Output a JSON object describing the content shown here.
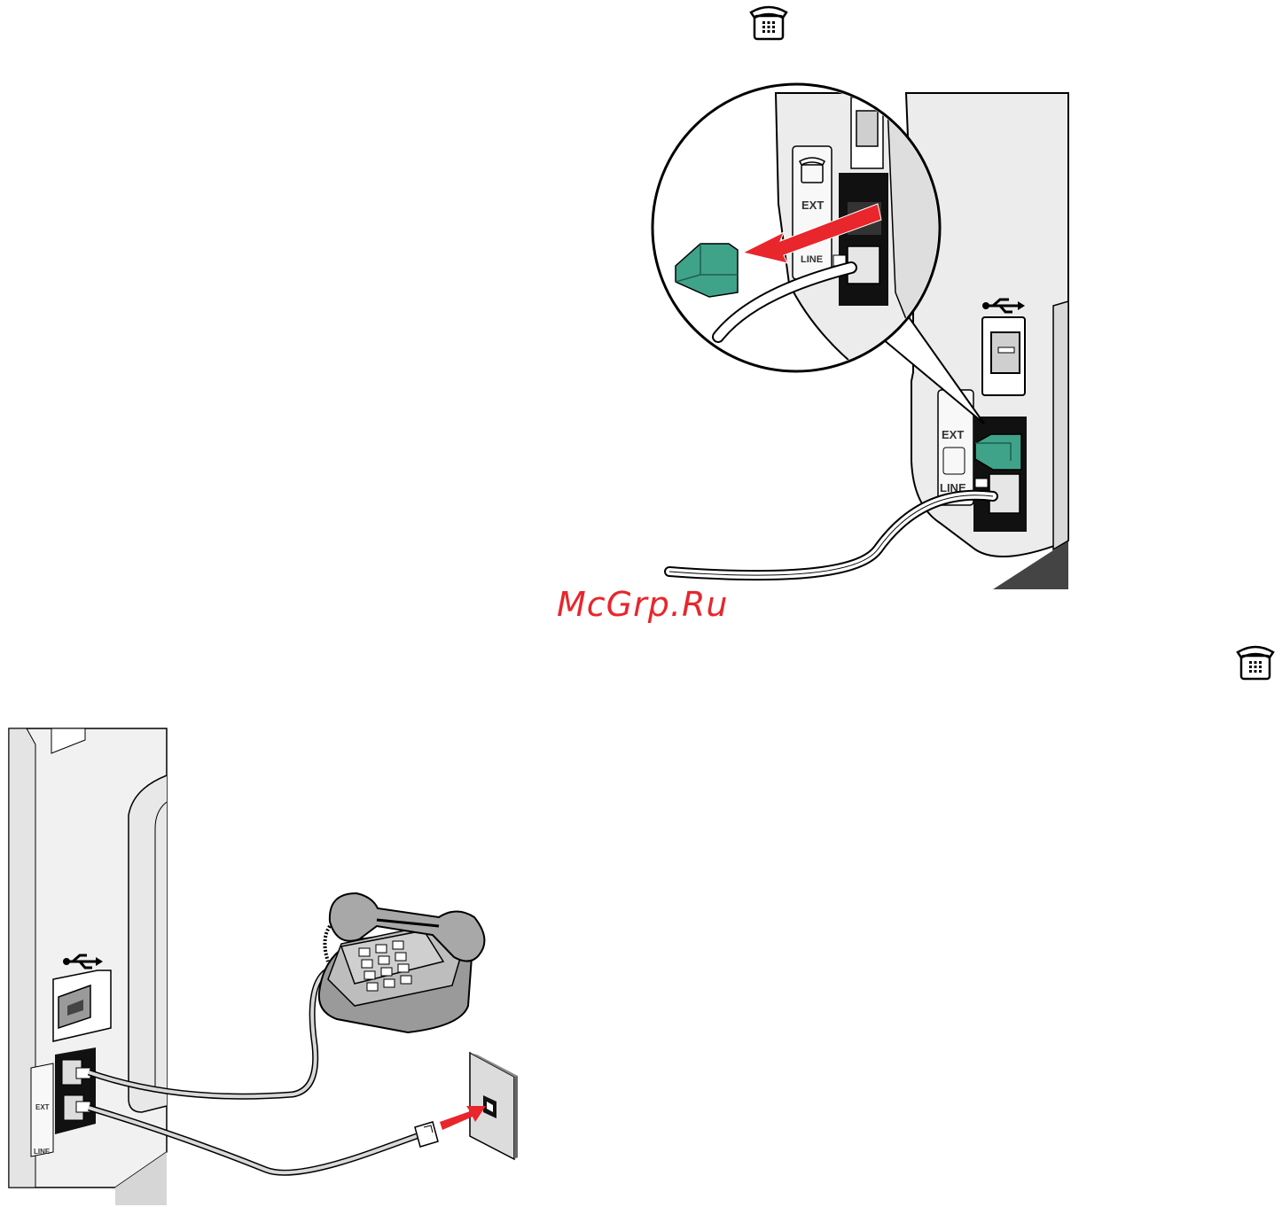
{
  "page": {
    "watermark_text": "McGrp.Ru",
    "watermark_color": "#e8262c"
  },
  "figure_top": {
    "port_labels": {
      "ext": "EXT",
      "line": "LINE"
    },
    "icons": [
      "phone-icon",
      "usb-icon",
      "ext-phone-icon",
      "line-wall-jack-icon",
      "plug-removal-arrow-icon"
    ],
    "accent_colors": {
      "arrow": "#e8262c",
      "plug": "#3fa38a"
    }
  },
  "figure_bottom": {
    "port_labels": {
      "ext": "EXT",
      "line": "LINE"
    },
    "icons": [
      "phone-icon",
      "usb-icon",
      "desk-telephone",
      "wall-jack",
      "cable-arrow-icon"
    ],
    "accent_colors": {
      "arrow": "#e8262c"
    }
  }
}
